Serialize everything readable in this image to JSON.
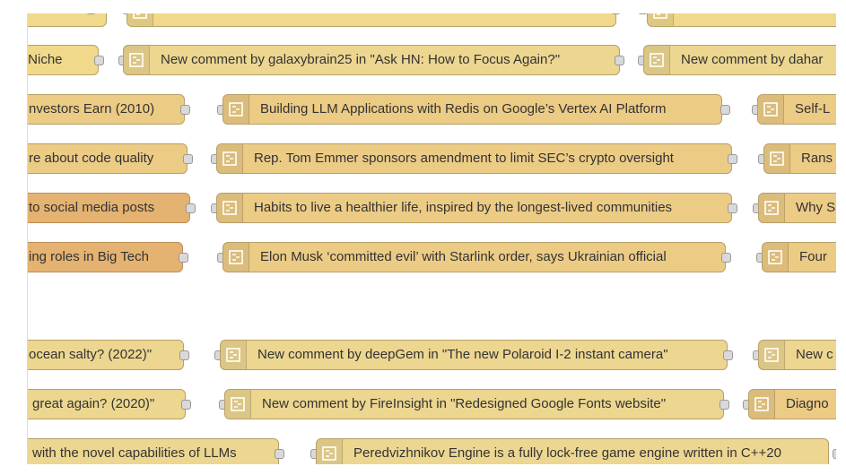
{
  "canvas": {
    "background": "#ffffff",
    "node_colors": {
      "a": "#f0d98a",
      "b": "#eccb85",
      "c": "#e4b271",
      "d": "#ecd690"
    }
  },
  "nodes": [
    {
      "id": "r1c1",
      "label": "r Niche"
    },
    {
      "id": "r1c2",
      "label": "New comment by galaxybrain25 in \"Ask HN: How to Focus Again?\""
    },
    {
      "id": "r1c3",
      "label": "New comment by dahar"
    },
    {
      "id": "r2c1",
      "label": "nvestors Earn (2010)"
    },
    {
      "id": "r2c2",
      "label": "Building LLM Applications with Redis on Google’s Vertex AI Platform"
    },
    {
      "id": "r2c3",
      "label": "Self-L"
    },
    {
      "id": "r3c1",
      "label": "re about code quality"
    },
    {
      "id": "r3c2",
      "label": "Rep. Tom Emmer sponsors amendment to limit SEC’s crypto oversight"
    },
    {
      "id": "r3c3",
      "label": "Rans"
    },
    {
      "id": "r4c1",
      "label": "to social media posts"
    },
    {
      "id": "r4c2",
      "label": "Habits to live a healthier life, inspired by the longest-lived communities"
    },
    {
      "id": "r4c3",
      "label": "Why S"
    },
    {
      "id": "r5c1",
      "label": "ing roles in Big Tech"
    },
    {
      "id": "r5c2",
      "label": "Elon Musk ‘committed evil’ with Starlink order, says Ukrainian official"
    },
    {
      "id": "r5c3",
      "label": "Four"
    },
    {
      "id": "r6c1",
      "label": "ocean salty? (2022)\""
    },
    {
      "id": "r6c2",
      "label": "New comment by deepGem in \"The new Polaroid I-2 instant camera\""
    },
    {
      "id": "r6c3",
      "label": "New c"
    },
    {
      "id": "r7c1",
      "label": "great again? (2020)\""
    },
    {
      "id": "r7c2",
      "label": "New comment by FireInsight in \"Redesigned Google Fonts website\""
    },
    {
      "id": "r7c3",
      "label": "Diagno"
    },
    {
      "id": "r8c1",
      "label": "with the novel capabilities of LLMs"
    },
    {
      "id": "r8c2",
      "label": "Peredvizhnikov Engine is a fully lock-free game engine written in C++20"
    }
  ]
}
